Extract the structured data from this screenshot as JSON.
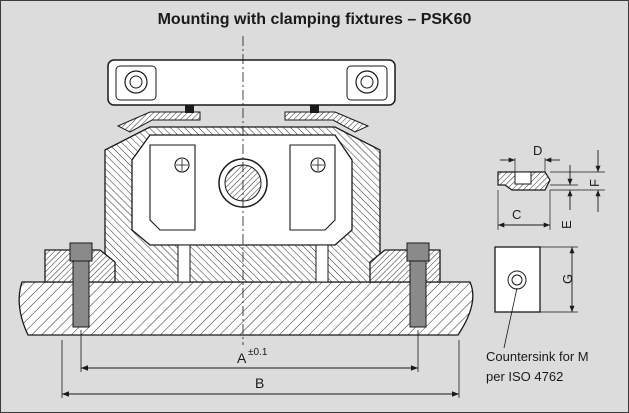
{
  "title": "Mounting with clamping fixtures – PSK60",
  "dimensions": {
    "a_label": "A",
    "a_tolerance": "±0.1",
    "b_label": "B",
    "c_label": "C",
    "d_label": "D",
    "e_label": "E",
    "f_label": "F",
    "g_label": "G"
  },
  "note": {
    "line1": "Countersink for M",
    "line2": "per ISO 4762"
  }
}
